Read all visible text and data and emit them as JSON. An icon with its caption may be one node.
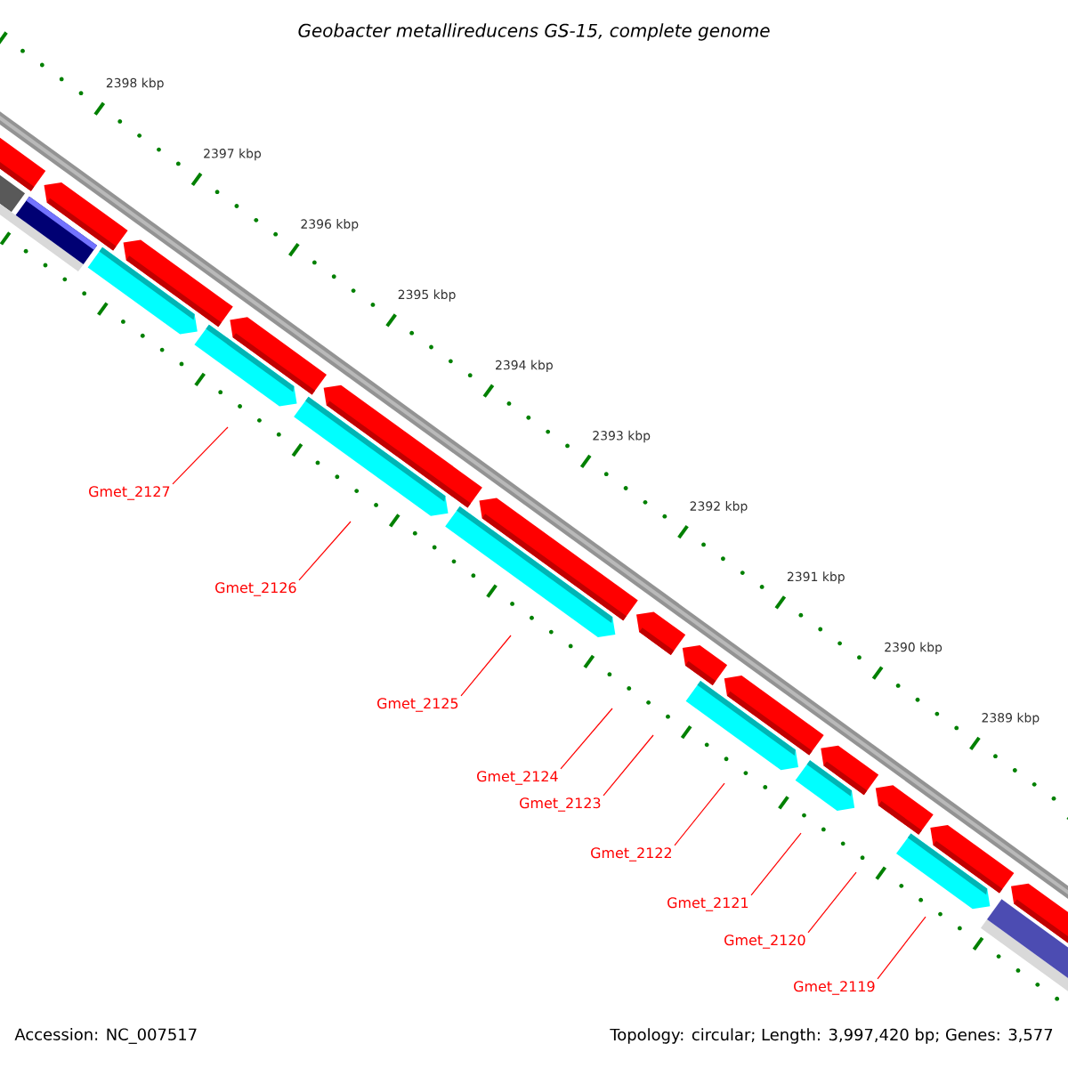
{
  "diagram": {
    "title": "Geobacter metallireducens GS-15, complete genome",
    "nodes": [
      {
        "text": [
          "Gmet_2127"
        ]
      },
      {
        "text": [
          "Gmet_2126"
        ]
      },
      {
        "text": [
          "Gmet_2125"
        ]
      },
      {
        "text": [
          "Gmet_2124"
        ]
      },
      {
        "text": [
          "Gmet_2123"
        ]
      },
      {
        "text": [
          "Gmet_2122"
        ]
      },
      {
        "text": [
          "Gmet_2121"
        ]
      },
      {
        "text": [
          "Gmet_2120"
        ]
      },
      {
        "text": [
          "Gmet_2119"
        ]
      }
    ],
    "edges": [
      {
        "from": 0,
        "to": null,
        "arrow": "none"
      },
      {
        "from": 1,
        "to": null,
        "arrow": "none"
      },
      {
        "from": 2,
        "to": null,
        "arrow": "none"
      },
      {
        "from": 3,
        "to": null,
        "arrow": "none"
      },
      {
        "from": 4,
        "to": null,
        "arrow": "none"
      },
      {
        "from": 5,
        "to": null,
        "arrow": "none"
      },
      {
        "from": 6,
        "to": null,
        "arrow": "none"
      },
      {
        "from": 7,
        "to": null,
        "arrow": "none"
      },
      {
        "from": 8,
        "to": null,
        "arrow": "none"
      }
    ],
    "labels": [
      "2398 kbp",
      "2397 kbp",
      "2396 kbp",
      "2395 kbp",
      "2394 kbp",
      "2393 kbp",
      "2392 kbp",
      "2391 kbp",
      "2390 kbp",
      "2389 kbp",
      "Accession: NC_007517",
      "Topology: circular; Length: 3,997,420 bp; Genes: 3,577"
    ]
  }
}
